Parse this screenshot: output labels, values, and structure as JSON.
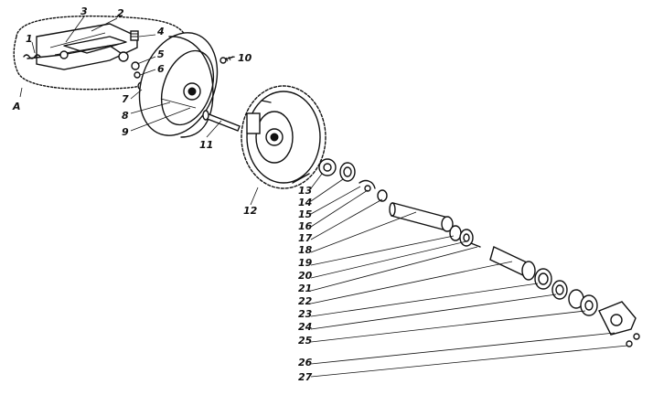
{
  "callouts": [
    {
      "id": "A",
      "text": "А"
    },
    {
      "id": "1",
      "text": "1"
    },
    {
      "id": "2",
      "text": "2"
    },
    {
      "id": "3",
      "text": "3"
    },
    {
      "id": "4",
      "text": "4"
    },
    {
      "id": "5",
      "text": "5"
    },
    {
      "id": "6",
      "text": "6"
    },
    {
      "id": "7",
      "text": "7"
    },
    {
      "id": "8",
      "text": "8"
    },
    {
      "id": "9",
      "text": "9"
    },
    {
      "id": "10",
      "text": "10"
    },
    {
      "id": "11",
      "text": "11"
    },
    {
      "id": "12",
      "text": "12"
    },
    {
      "id": "13",
      "text": "13"
    },
    {
      "id": "14",
      "text": "14"
    },
    {
      "id": "15",
      "text": "15"
    },
    {
      "id": "16",
      "text": "16"
    },
    {
      "id": "17",
      "text": "17"
    },
    {
      "id": "18",
      "text": "18"
    },
    {
      "id": "19",
      "text": "19"
    },
    {
      "id": "20",
      "text": "20"
    },
    {
      "id": "21",
      "text": "21"
    },
    {
      "id": "22",
      "text": "22"
    },
    {
      "id": "23",
      "text": "23"
    },
    {
      "id": "24",
      "text": "24"
    },
    {
      "id": "25",
      "text": "25"
    },
    {
      "id": "26",
      "text": "26"
    },
    {
      "id": "27",
      "text": "27"
    }
  ]
}
